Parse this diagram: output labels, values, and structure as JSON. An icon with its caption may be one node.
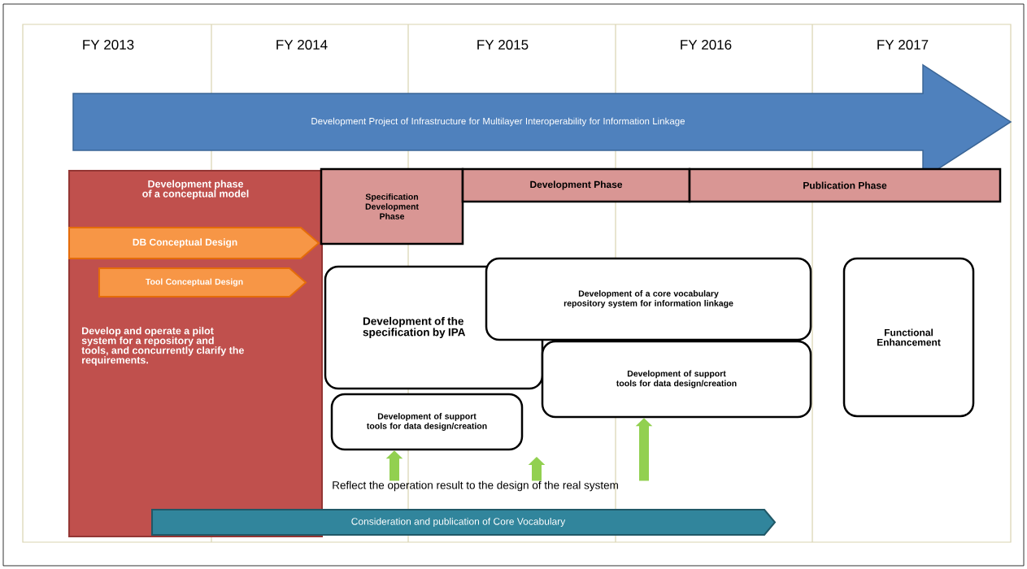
{
  "diagram": {
    "nodes": [
      {
        "text": [
          "Development Project of Infrastructure for Multilayer Interoperability for Information Linkage"
        ]
      },
      {
        "text": [
          "Development phase of a conceptual model",
          "Develop and operate a pilot system for a repository and tools, and concurrently clarify the requirements."
        ]
      },
      {
        "text": [
          "DB Conceptual Design"
        ],
        "in": 1
      },
      {
        "text": [
          "Tool Conceptual Design"
        ],
        "in": 1
      },
      {
        "text": [
          "Specification Development Phase"
        ]
      },
      {
        "text": [
          "Development Phase"
        ]
      },
      {
        "text": [
          "Publication Phase"
        ]
      },
      {
        "text": [
          "Development of the specification by IPA"
        ]
      },
      {
        "text": [
          "Development of a core vocabulary repository system for information linkage"
        ]
      },
      {
        "text": [
          "Development of support tools for data design/creation"
        ]
      },
      {
        "text": [
          "Functional Enhancement"
        ]
      },
      {
        "text": [
          "Development of support tools for data design/creation"
        ]
      },
      {
        "text": [
          "Consideration and publication of Core Vocabulary"
        ]
      },
      {
        "text": [
          "Reflect the operation result to the design of the real system"
        ]
      }
    ],
    "edges": [
      {
        "from": 13,
        "to": 11,
        "arrow": "to"
      },
      {
        "from": 13,
        "to": null,
        "arrow": "to"
      },
      {
        "from": 13,
        "to": 9,
        "arrow": "to"
      }
    ],
    "labels": [
      "FY 2013",
      "FY 2014",
      "FY 2015",
      "FY 2016",
      "FY 2017"
    ]
  }
}
